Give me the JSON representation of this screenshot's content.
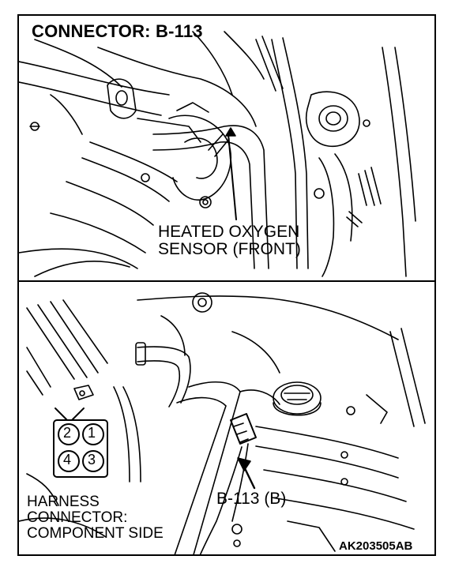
{
  "title": "CONNECTOR: B-113",
  "top_callout": [
    "HEATED OXYGEN",
    "SENSOR (FRONT)"
  ],
  "bottom_callout": "B-113 (B)",
  "harness_label": [
    "HARNESS",
    "CONNECTOR:",
    "COMPONENT SIDE"
  ],
  "pins": [
    "2",
    "1",
    "4",
    "3"
  ],
  "figure_code": "AK203505AB"
}
